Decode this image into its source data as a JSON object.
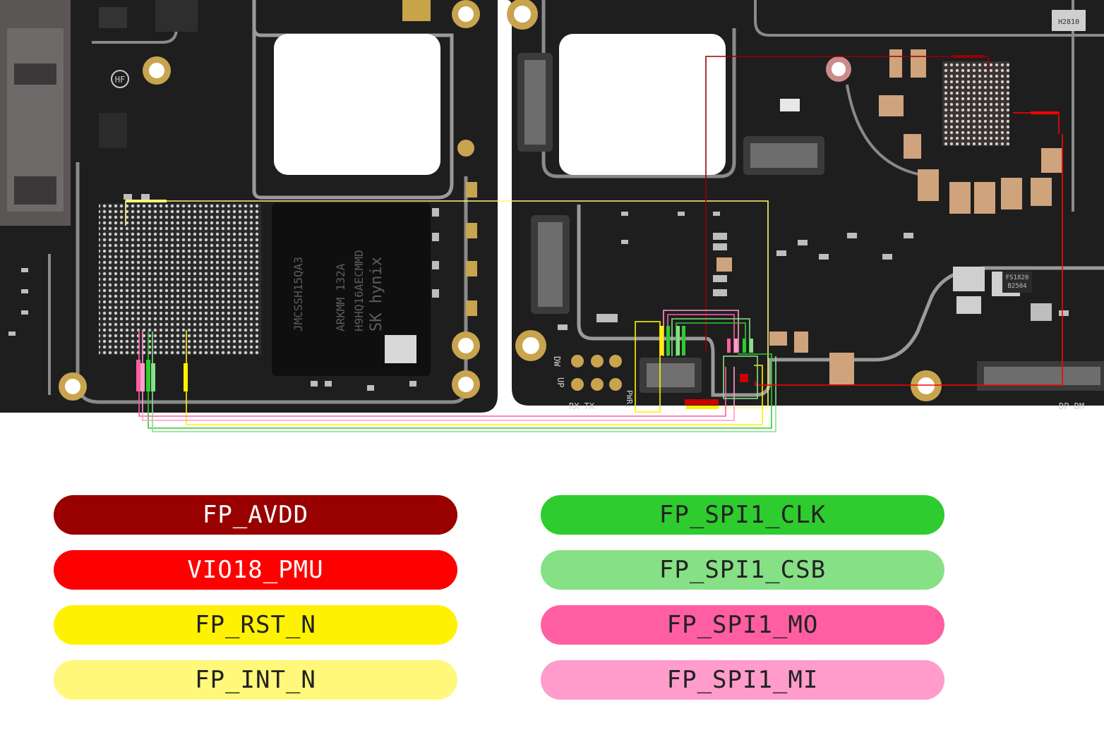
{
  "board": {
    "silkscreen": {
      "left_ram_chip_lines": [
        "SK hynix",
        "H9HQ16AECMMD",
        "ARKMM 132A",
        "JMCSSH15QA3"
      ],
      "small_marks": {
        "hf": "HF",
        "dw": "DW",
        "up": "UP",
        "rx_tx": "RX TX",
        "pwr": "PWR",
        "dp_dm": "DP DM",
        "fs_chip": "FS1820",
        "fs_chip_code": "B2504",
        "top_right_chip": "H2810"
      }
    }
  },
  "legend": {
    "left": [
      {
        "label": "FP_AVDD",
        "color": "#990000",
        "text_color": "#ffffff"
      },
      {
        "label": "VIO18_PMU",
        "color": "#ff0000",
        "text_color": "#ffffff"
      },
      {
        "label": "FP_RST_N",
        "color": "#fff200",
        "text_color": "#222222"
      },
      {
        "label": "FP_INT_N",
        "color": "#fff87a",
        "text_color": "#222222"
      }
    ],
    "right": [
      {
        "label": "FP_SPI1_CLK",
        "color": "#2ecc2e",
        "text_color": "#222222"
      },
      {
        "label": "FP_SPI1_CSB",
        "color": "#86e086",
        "text_color": "#222222"
      },
      {
        "label": "FP_SPI1_MO",
        "color": "#ff5fa2",
        "text_color": "#222222"
      },
      {
        "label": "FP_SPI1_MI",
        "color": "#ff9ccb",
        "text_color": "#222222"
      }
    ]
  }
}
